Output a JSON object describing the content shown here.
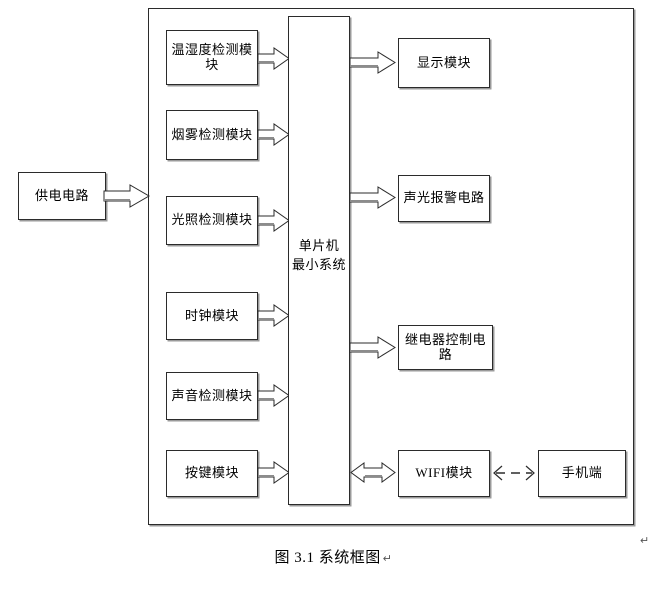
{
  "figure": {
    "caption": "图 3.1 系统框图",
    "caption_mark": "↵",
    "trailing_mark": "↵"
  },
  "colors": {
    "line": "#2b2b2b",
    "shadow": "#9a9a9a",
    "arrow_fill": "#ffffff",
    "arrow_stroke": "#2b2b2b",
    "arrow_shade": "#8c8c8c",
    "background": "#ffffff"
  },
  "nodes": {
    "power_supply": {
      "label": "供电电路"
    },
    "mcu": {
      "label_line1": "单片机",
      "label_line2": "最小系统"
    },
    "inputs": [
      {
        "id": "temp-humidity",
        "label": "温湿度检测模块"
      },
      {
        "id": "smoke",
        "label": "烟雾检测模块"
      },
      {
        "id": "light",
        "label": "光照检测模块"
      },
      {
        "id": "clock",
        "label": "时钟模块"
      },
      {
        "id": "sound",
        "label": "声音检测模块"
      },
      {
        "id": "key",
        "label": "按键模块"
      }
    ],
    "outputs": [
      {
        "id": "display",
        "label": "显示模块"
      },
      {
        "id": "alarm",
        "label": "声光报警电路"
      },
      {
        "id": "relay",
        "label": "继电器控制电路"
      },
      {
        "id": "wifi",
        "label": "WIFI模块"
      }
    ],
    "phone": {
      "label": "手机端"
    }
  },
  "connections": [
    {
      "id": "power-to-system",
      "from": "供电电路",
      "to": "系统框",
      "style": "block-arrow",
      "direction": "right"
    },
    {
      "id": "temp-humidity-to-mcu",
      "from": "温湿度检测模块",
      "to": "单片机最小系统",
      "style": "block-arrow",
      "direction": "right"
    },
    {
      "id": "smoke-to-mcu",
      "from": "烟雾检测模块",
      "to": "单片机最小系统",
      "style": "block-arrow",
      "direction": "right"
    },
    {
      "id": "light-to-mcu",
      "from": "光照检测模块",
      "to": "单片机最小系统",
      "style": "block-arrow",
      "direction": "right"
    },
    {
      "id": "clock-to-mcu",
      "from": "时钟模块",
      "to": "单片机最小系统",
      "style": "block-arrow",
      "direction": "right"
    },
    {
      "id": "sound-to-mcu",
      "from": "声音检测模块",
      "to": "单片机最小系统",
      "style": "block-arrow",
      "direction": "right"
    },
    {
      "id": "key-to-mcu",
      "from": "按键模块",
      "to": "单片机最小系统",
      "style": "block-arrow",
      "direction": "right"
    },
    {
      "id": "mcu-to-display",
      "from": "单片机最小系统",
      "to": "显示模块",
      "style": "block-arrow",
      "direction": "right"
    },
    {
      "id": "mcu-to-alarm",
      "from": "单片机最小系统",
      "to": "声光报警电路",
      "style": "block-arrow",
      "direction": "right"
    },
    {
      "id": "mcu-to-relay",
      "from": "单片机最小系统",
      "to": "继电器控制电路",
      "style": "block-arrow",
      "direction": "right"
    },
    {
      "id": "mcu-to-wifi",
      "from": "单片机最小系统",
      "to": "WIFI模块",
      "style": "block-arrow",
      "direction": "both"
    },
    {
      "id": "wifi-to-phone",
      "from": "WIFI模块",
      "to": "手机端",
      "style": "dashed-arrow",
      "direction": "both"
    }
  ]
}
